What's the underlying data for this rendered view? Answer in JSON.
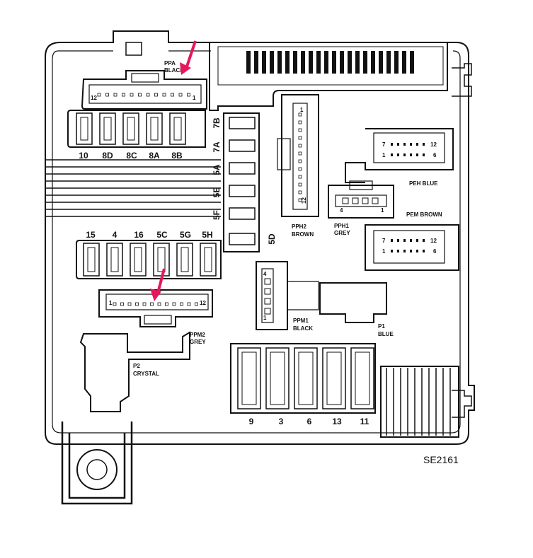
{
  "colors": {
    "line": "#111111",
    "arrow": "#e5175f",
    "background": "#ffffff"
  },
  "top_fuses": [
    "10",
    "8D",
    "8C",
    "8A",
    "8B"
  ],
  "mid_fuses": [
    "15",
    "4",
    "16",
    "5C",
    "5G",
    "5H"
  ],
  "vertical_fuses": [
    "7B",
    "7A",
    "5A",
    "5E",
    "5F"
  ],
  "fuse_5d": "5D",
  "bottom_fuses": [
    "9",
    "3",
    "6",
    "13",
    "11"
  ],
  "ppa": {
    "name": "PPA",
    "color": "BLACK",
    "pin_left": "12",
    "pin_right": "1"
  },
  "ppm2": {
    "name": "PPM2",
    "color": "GREY",
    "pin_left": "1",
    "pin_right": "12"
  },
  "pph2": {
    "name": "PPH2",
    "color": "BROWN",
    "pin_top": "1",
    "pin_bottom": "12"
  },
  "pph1": {
    "name": "PPH1",
    "color": "GREY",
    "pin_left": "4",
    "pin_right": "1"
  },
  "peh": {
    "label": "PEH BLUE",
    "pin_a": "7",
    "pin_b": "12",
    "pin_c": "1",
    "pin_d": "6"
  },
  "pem": {
    "label": "PEM BROWN",
    "pin_a": "7",
    "pin_b": "12",
    "pin_c": "1",
    "pin_d": "6"
  },
  "ppm1": {
    "name": "PPM1",
    "color": "BLACK",
    "pin_top": "4",
    "pin_bottom": "1"
  },
  "p1": {
    "name": "P1",
    "color": "BLUE"
  },
  "p2": {
    "name": "P2",
    "color": "CRYSTAL"
  },
  "reference": "SE2161"
}
